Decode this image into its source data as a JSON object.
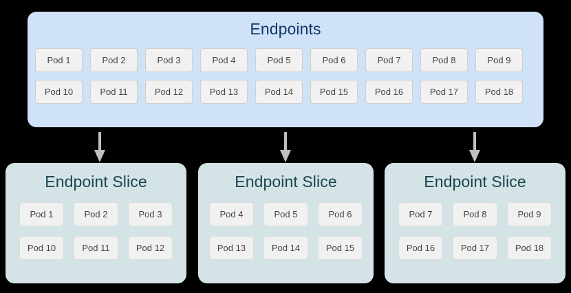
{
  "diagram": {
    "background_color": "#000000",
    "endpoints": {
      "title": "Endpoints",
      "box_color": "#cfe2f7",
      "title_color": "#123a6b",
      "rows": [
        [
          "Pod 1",
          "Pod 2",
          "Pod 3",
          "Pod 4",
          "Pod 5",
          "Pod 6",
          "Pod 7",
          "Pod 8",
          "Pod 9"
        ],
        [
          "Pod 10",
          "Pod 11",
          "Pod 12",
          "Pod 13",
          "Pod 14",
          "Pod 15",
          "Pod 16",
          "Pod 17",
          "Pod 18"
        ]
      ]
    },
    "arrows": [
      {
        "name": "arrow-to-slice-1",
        "direction": "down",
        "color": "#bfbfbf"
      },
      {
        "name": "arrow-to-slice-2",
        "direction": "down",
        "color": "#bfbfbf"
      },
      {
        "name": "arrow-to-slice-3",
        "direction": "down",
        "color": "#bfbfbf"
      }
    ],
    "slices": [
      {
        "title": "Endpoint Slice",
        "box_color": "#d3e3e6",
        "title_color": "#1b4550",
        "rows": [
          [
            "Pod 1",
            "Pod 2",
            "Pod 3"
          ],
          [
            "Pod 10",
            "Pod 11",
            "Pod 12"
          ]
        ]
      },
      {
        "title": "Endpoint Slice",
        "box_color": "#d3e3e6",
        "title_color": "#1b4550",
        "rows": [
          [
            "Pod 4",
            "Pod 5",
            "Pod 6"
          ],
          [
            "Pod 13",
            "Pod 14",
            "Pod 15"
          ]
        ]
      },
      {
        "title": "Endpoint Slice",
        "box_color": "#d3e3e6",
        "title_color": "#1b4550",
        "rows": [
          [
            "Pod 7",
            "Pod 8",
            "Pod 9"
          ],
          [
            "Pod 16",
            "Pod 17",
            "Pod 18"
          ]
        ]
      }
    ]
  }
}
